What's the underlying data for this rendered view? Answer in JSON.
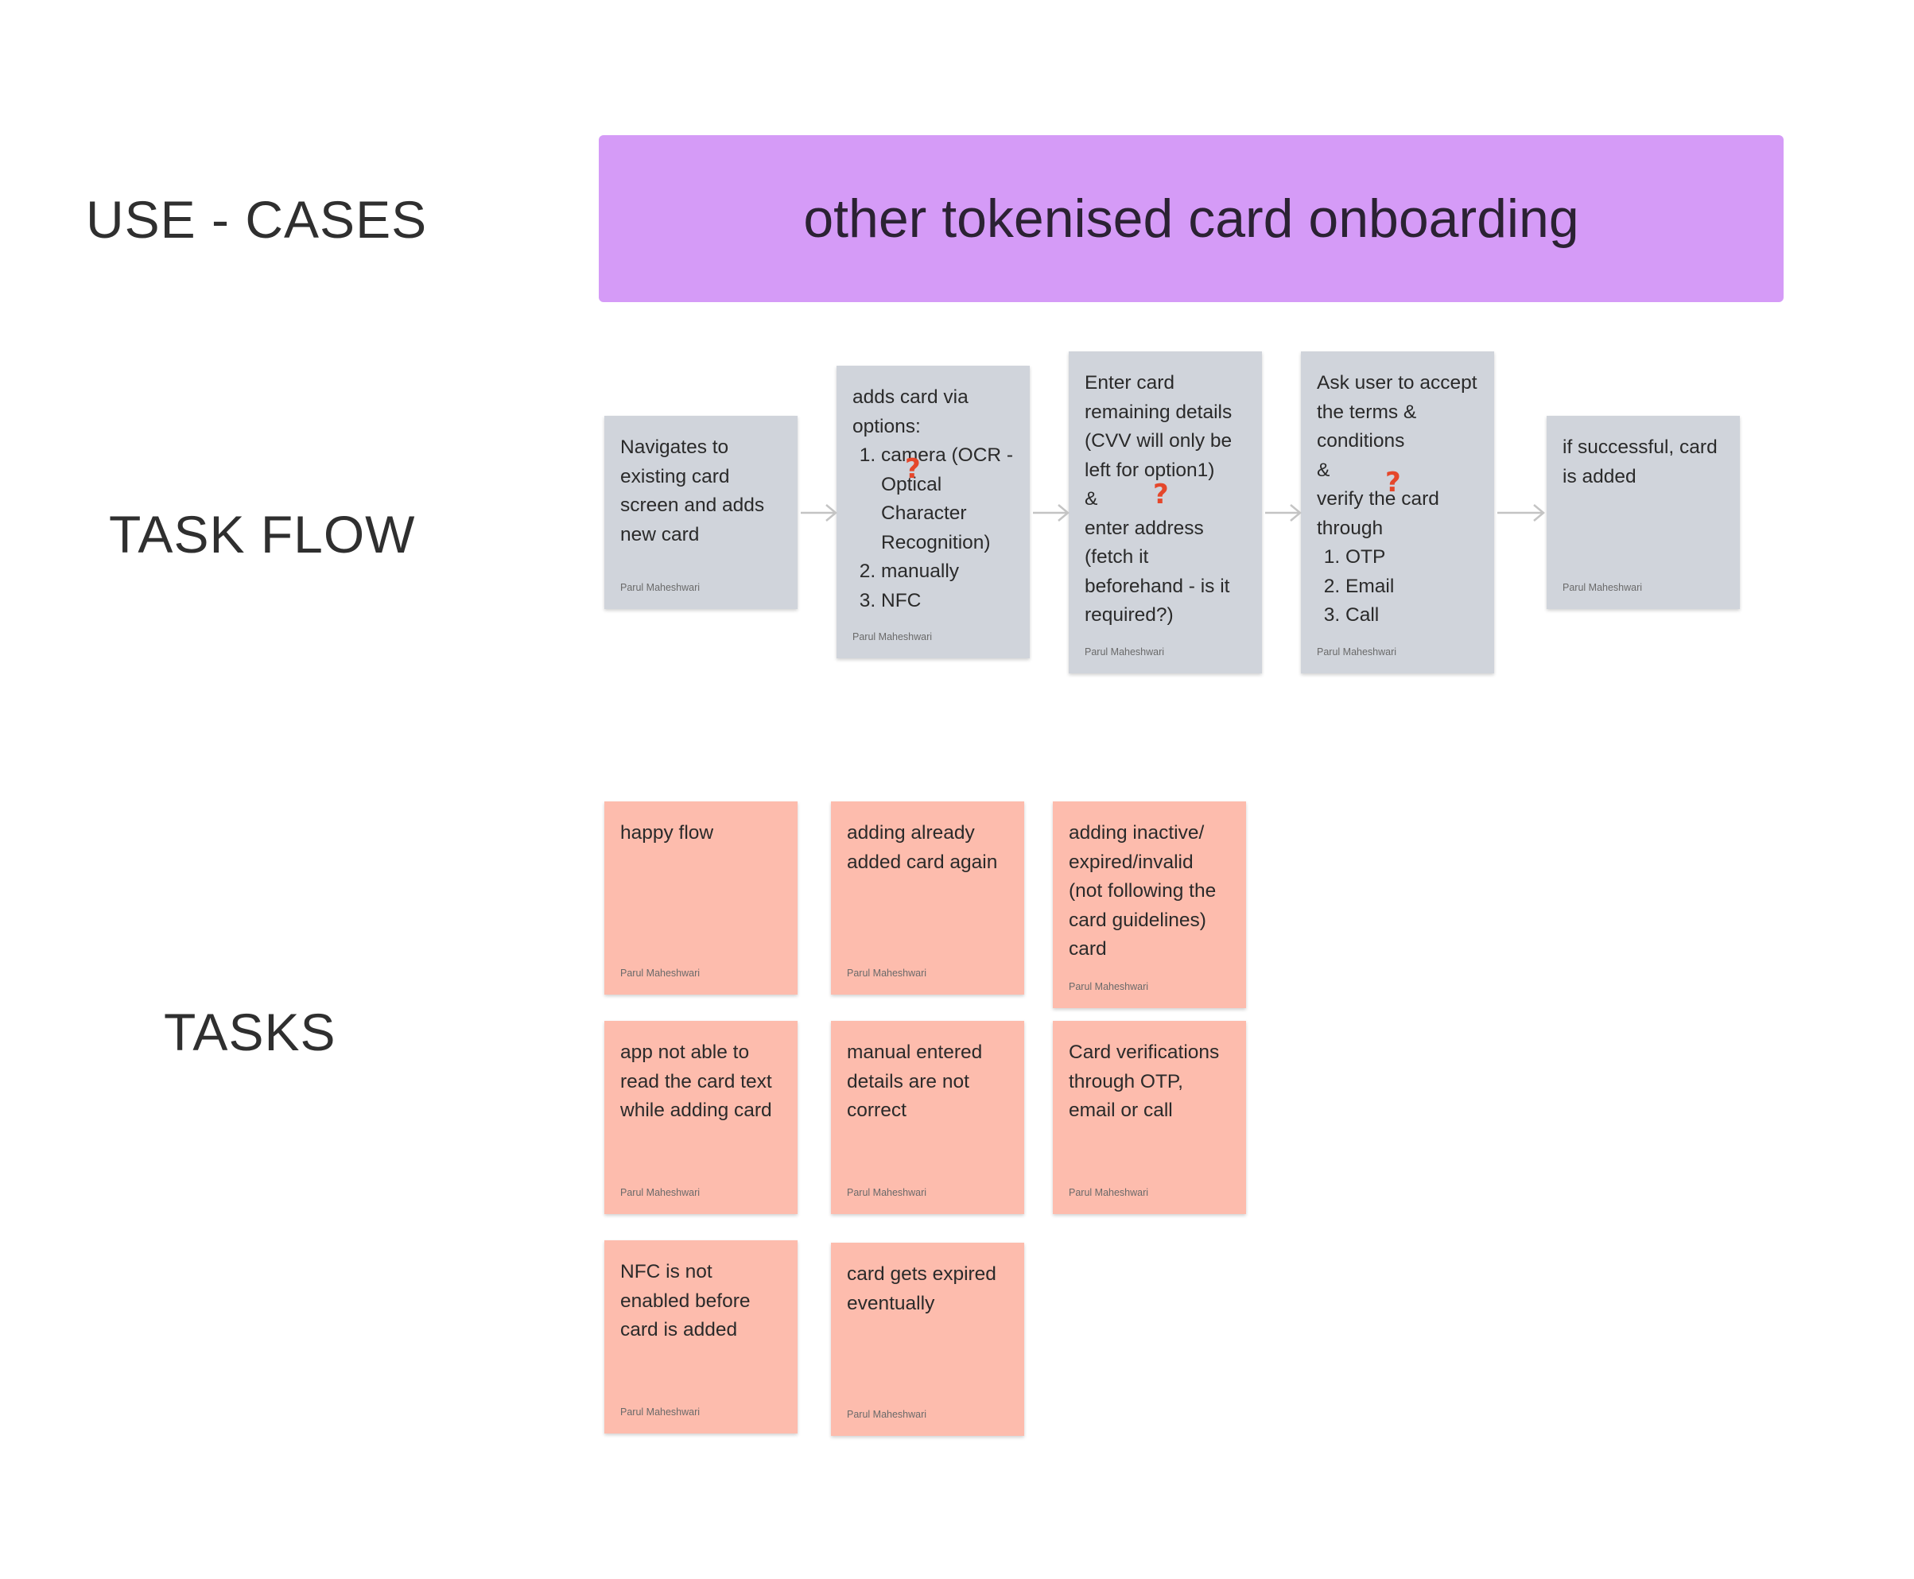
{
  "labels": {
    "use_cases": "USE - CASES",
    "task_flow": "TASK FLOW",
    "tasks": "TASKS"
  },
  "banner": {
    "text": "other tokenised card onboarding",
    "color": "#d59bf7"
  },
  "task_flow": {
    "card_color": "#d0d4db",
    "cards": [
      {
        "author": "Parul Maheshwari",
        "lines": [
          "Navigates to existing card screen and adds new card"
        ]
      },
      {
        "author": "Parul Maheshwari",
        "intro": "adds card via options:",
        "items": [
          "camera (OCR - Optical Character Recognition)",
          "manually",
          "NFC"
        ]
      },
      {
        "author": "Parul Maheshwari",
        "lines": [
          "Enter card remaining details (CVV will only be left for option1)",
          "&",
          "enter address (fetch it beforehand - is it required?)"
        ]
      },
      {
        "author": "Parul Maheshwari",
        "intro": "Ask user to accept the terms & conditions",
        "intro2": "&",
        "intro3": "verify the card through",
        "items": [
          "OTP",
          "Email",
          "Call"
        ]
      },
      {
        "author": "Parul Maheshwari",
        "lines": [
          "if successful, card is added"
        ]
      }
    ]
  },
  "question_mark": "?",
  "tasks": {
    "card_color": "#fdbcad",
    "cards": [
      {
        "text": "happy flow",
        "author": "Parul Maheshwari"
      },
      {
        "text": "adding already added card again",
        "author": "Parul Maheshwari"
      },
      {
        "text": "adding inactive/ expired/invalid (not following the card guidelines) card",
        "author": "Parul Maheshwari"
      },
      {
        "text": "app not able to read the card text while adding card",
        "author": "Parul Maheshwari"
      },
      {
        "text": "manual entered details are not correct",
        "author": "Parul Maheshwari"
      },
      {
        "text": "Card verifications through OTP, email or call",
        "author": "Parul Maheshwari"
      },
      {
        "text": "NFC is not enabled before card is added",
        "author": "Parul Maheshwari"
      },
      {
        "text": "card gets expired eventually",
        "author": "Parul Maheshwari"
      }
    ]
  }
}
